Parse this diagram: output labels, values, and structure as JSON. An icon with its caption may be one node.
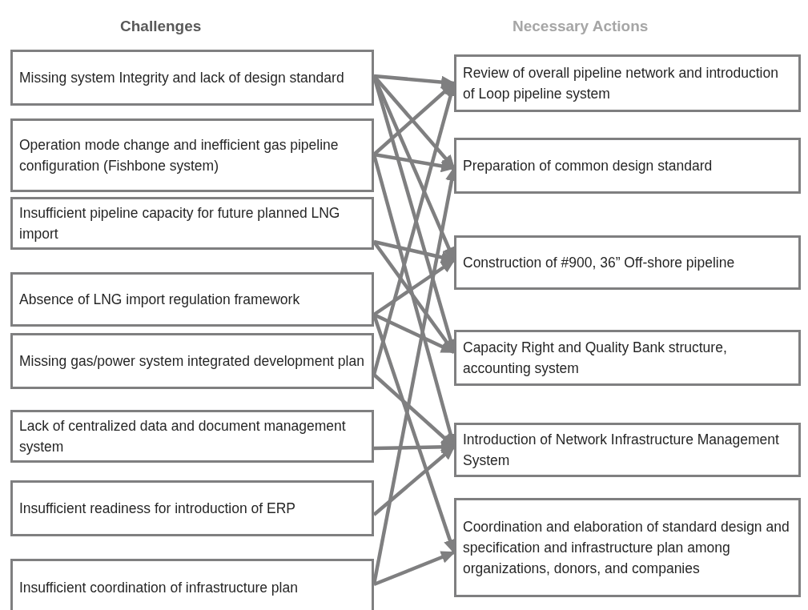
{
  "diagram": {
    "nodes": [
      {
        "text": [
          "Missing system Integrity and lack of design standard"
        ]
      },
      {
        "text": [
          "Operation mode change and inefficient gas pipeline configuration (Fishbone system)"
        ]
      },
      {
        "text": [
          "Insufficient pipeline capacity for future planned LNG import"
        ]
      },
      {
        "text": [
          "Absence of LNG import regulation framework"
        ]
      },
      {
        "text": [
          "Missing gas/power system integrated development plan"
        ]
      },
      {
        "text": [
          "Lack of centralized data and document management system"
        ]
      },
      {
        "text": [
          "Insufficient readiness for introduction of ERP"
        ]
      },
      {
        "text": [
          "Insufficient coordination of infrastructure plan"
        ]
      },
      {
        "text": [
          "Review of overall pipeline network and introduction of Loop pipeline system"
        ]
      },
      {
        "text": [
          "Preparation of common design standard"
        ]
      },
      {
        "text": [
          "Construction of #900, 36” Off-shore pipeline"
        ]
      },
      {
        "text": [
          "Capacity Right and Quality Bank structure, accounting system"
        ]
      },
      {
        "text": [
          "Introduction of Network Infrastructure Management System"
        ]
      },
      {
        "text": [
          "Coordination and elaboration of standard design and specification and infrastructure plan among organizations, donors, and companies"
        ]
      }
    ],
    "edges": [
      {
        "from": 0,
        "to": 8,
        "arrow": "to"
      },
      {
        "from": 0,
        "to": 9,
        "arrow": "to"
      },
      {
        "from": 0,
        "to": 10,
        "arrow": "to"
      },
      {
        "from": 0,
        "to": 11,
        "arrow": "to"
      },
      {
        "from": 1,
        "to": 8,
        "arrow": "to"
      },
      {
        "from": 1,
        "to": 9,
        "arrow": "to"
      },
      {
        "from": 1,
        "to": 12,
        "arrow": "to"
      },
      {
        "from": 2,
        "to": 10,
        "arrow": "to"
      },
      {
        "from": 2,
        "to": 11,
        "arrow": "to"
      },
      {
        "from": 3,
        "to": 10,
        "arrow": "to"
      },
      {
        "from": 3,
        "to": 11,
        "arrow": "to"
      },
      {
        "from": 3,
        "to": 13,
        "arrow": "to"
      },
      {
        "from": 4,
        "to": 8,
        "arrow": "to"
      },
      {
        "from": 4,
        "to": 12,
        "arrow": "to"
      },
      {
        "from": 5,
        "to": 12,
        "arrow": "to"
      },
      {
        "from": 6,
        "to": 12,
        "arrow": "to"
      },
      {
        "from": 7,
        "to": 9,
        "arrow": "to"
      },
      {
        "from": 7,
        "to": 13,
        "arrow": "to"
      }
    ],
    "labels": [
      "Challenges",
      "Necessary Actions"
    ]
  }
}
